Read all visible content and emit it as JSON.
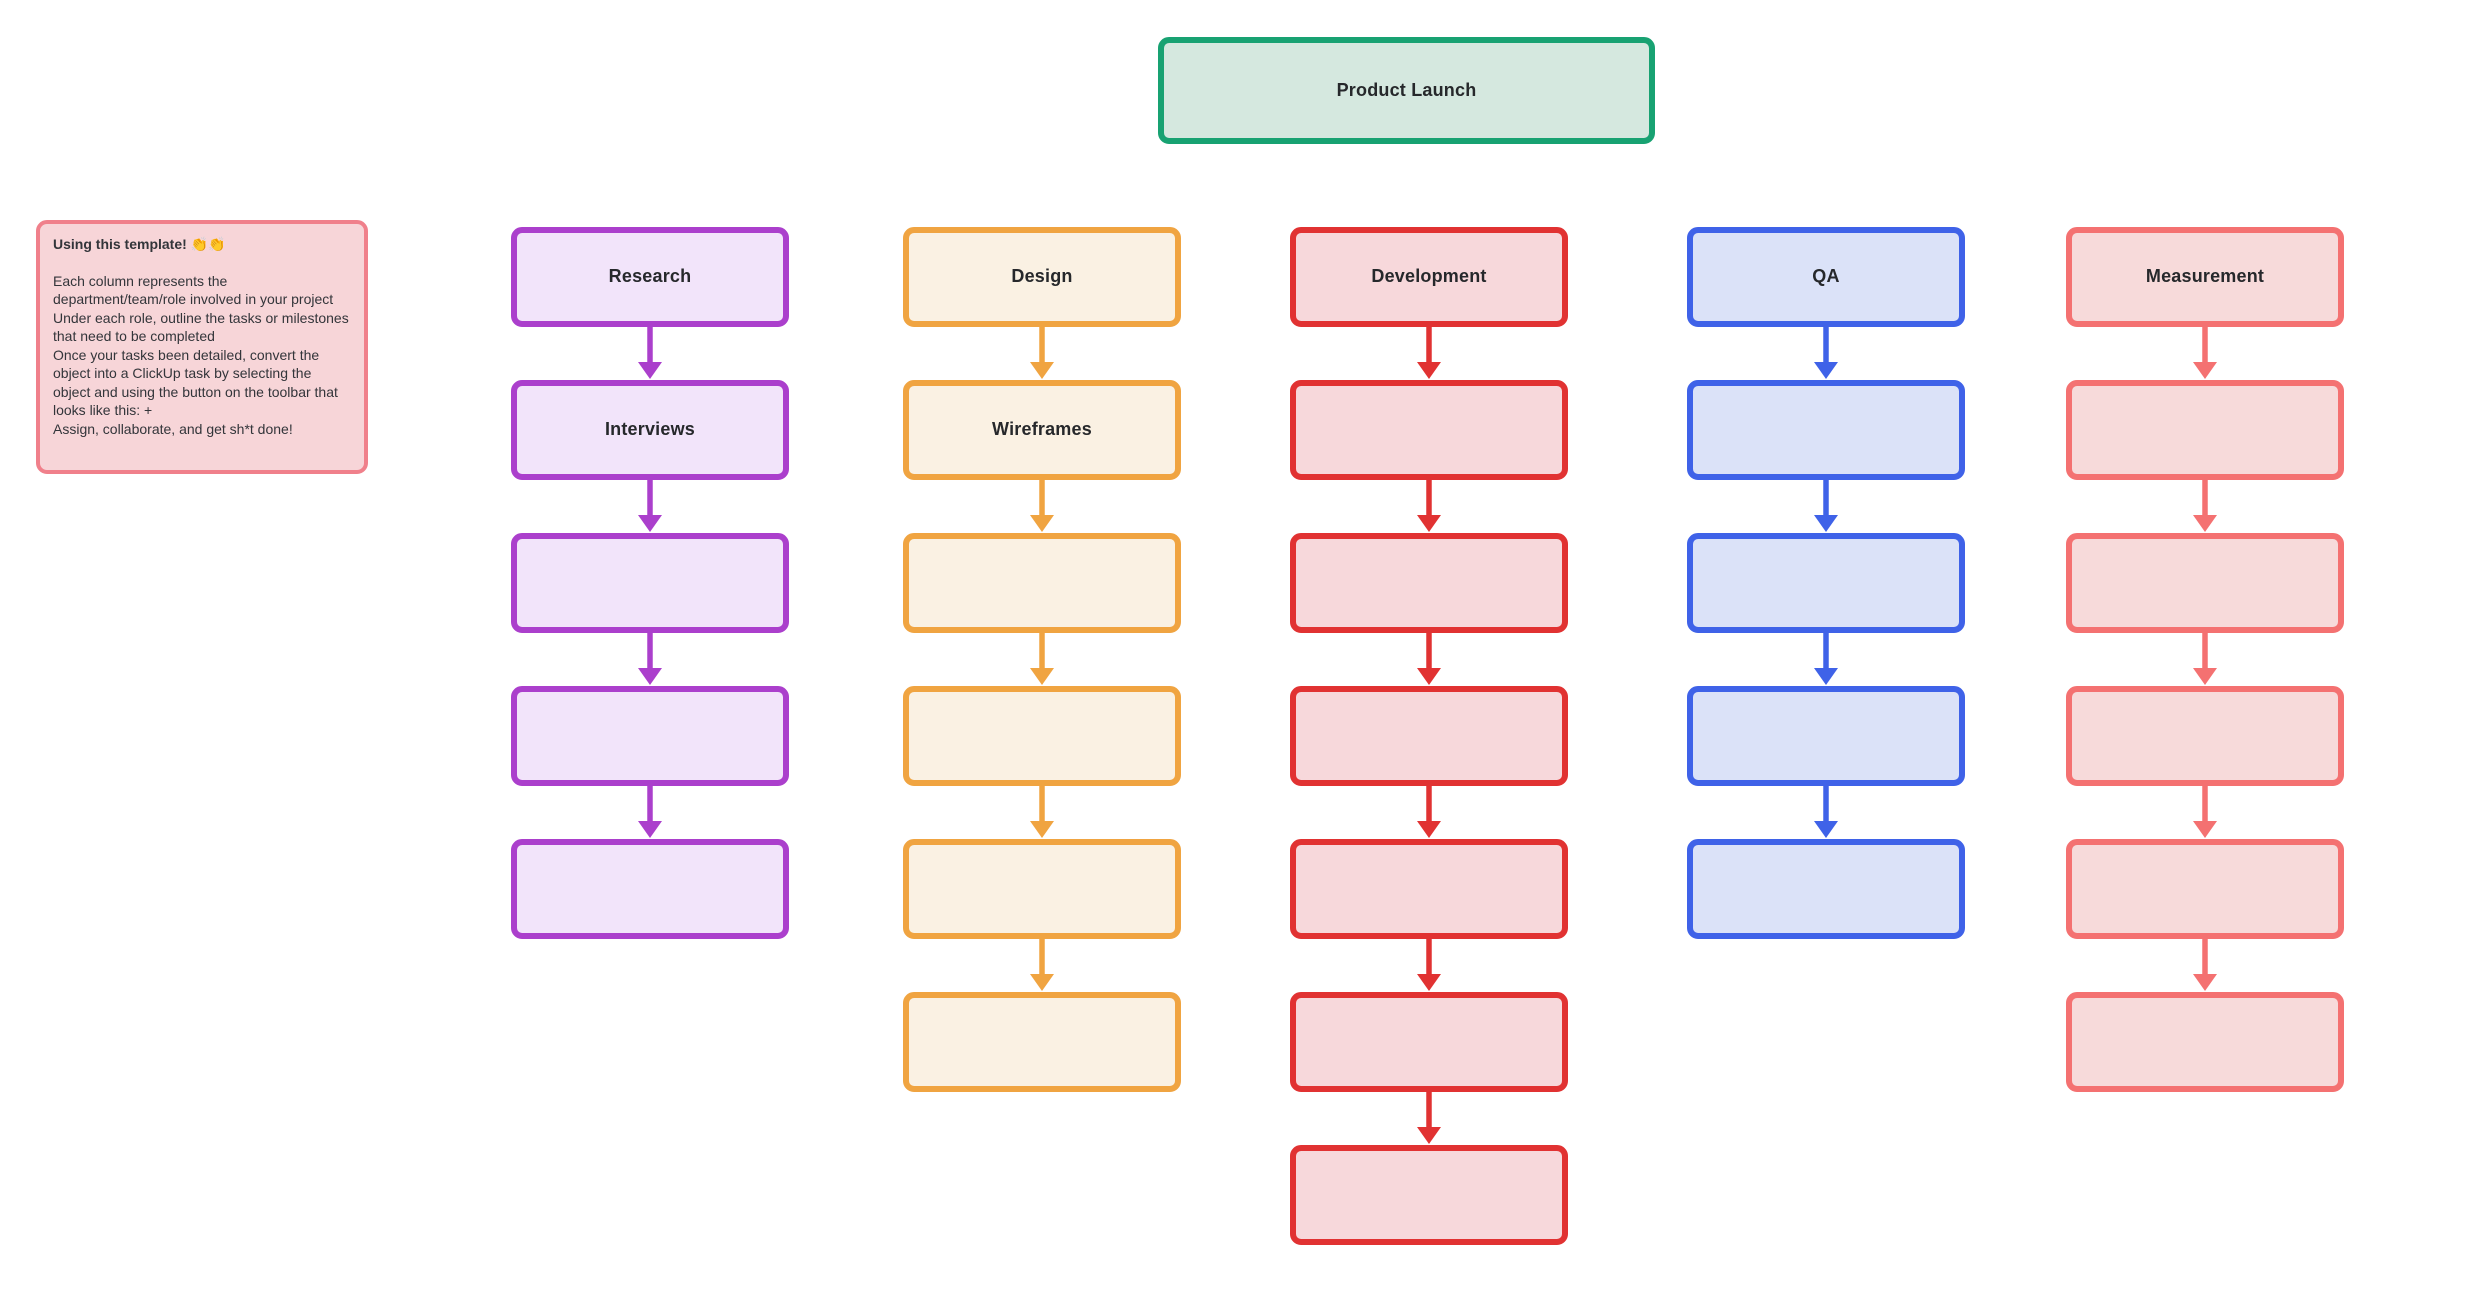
{
  "canvas": {
    "background": "#ffffff"
  },
  "root_node": {
    "label": "Product Launch",
    "border_color": "#18A272",
    "fill_color": "#D5E8DF"
  },
  "note": {
    "title": "Using this template! 👏👏",
    "lines": [
      "Each column represents the department/team/role involved in your project",
      "Under each role, outline the tasks or milestones that need to be completed",
      "Once your tasks been detailed, convert the object into a ClickUp task by selecting the object and using the button on the toolbar that looks like this: +",
      "Assign, collaborate, and get sh*t done!"
    ],
    "border_color": "#F0808B",
    "fill_color": "#F7D5D8"
  },
  "columns": [
    {
      "name": "research",
      "border_color": "#AB3FCC",
      "fill_color": "#F2E4FA",
      "boxes": [
        "Research",
        "Interviews",
        "",
        "",
        ""
      ]
    },
    {
      "name": "design",
      "border_color": "#F0A441",
      "fill_color": "#FAF1E3",
      "boxes": [
        "Design",
        "Wireframes",
        "",
        "",
        "",
        ""
      ]
    },
    {
      "name": "development",
      "border_color": "#E13232",
      "fill_color": "#F7D8DB",
      "boxes": [
        "Development",
        "",
        "",
        "",
        "",
        "",
        ""
      ]
    },
    {
      "name": "qa",
      "border_color": "#3F62E8",
      "fill_color": "#DBE2F8",
      "boxes": [
        "QA",
        "",
        "",
        "",
        ""
      ]
    },
    {
      "name": "measurement",
      "border_color": "#F47171",
      "fill_color": "#F7DADA",
      "boxes": [
        "Measurement",
        "",
        "",
        "",
        "",
        ""
      ]
    }
  ]
}
